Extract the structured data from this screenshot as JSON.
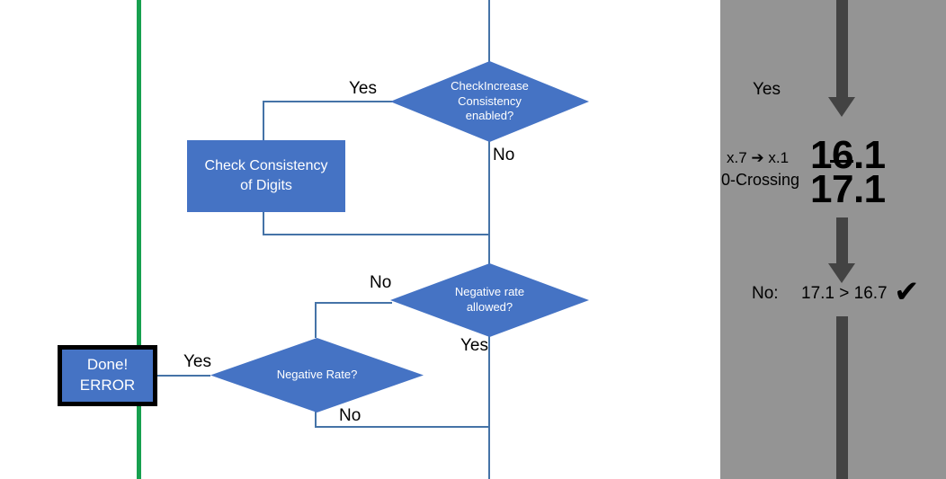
{
  "flowchart": {
    "decisions": [
      {
        "id": "check-increase-consistency",
        "label": "CheckIncrease\nConsistency\nenabled?",
        "line1": "CheckIncrease",
        "line2": "Consistency",
        "line3": "enabled?",
        "yes_label": "Yes",
        "no_label": "No"
      },
      {
        "id": "negative-rate-allowed",
        "label": "Negative rate\nallowed?",
        "line1": "Negative rate",
        "line2": "allowed?",
        "yes_label": "Yes",
        "no_label": "No"
      },
      {
        "id": "negative-rate",
        "label": "Negative Rate?",
        "line1": "Negative Rate?",
        "yes_label": "Yes",
        "no_label": "No"
      }
    ],
    "processes": [
      {
        "id": "check-consistency-of-digits",
        "line1": "Check Consistency",
        "line2": "of Digits"
      },
      {
        "id": "done-error",
        "line1": "Done!",
        "line2": "ERROR"
      }
    ],
    "colors": {
      "shape_fill": "#4573c4",
      "connector": "#4573a7",
      "divider": "#17a04f",
      "shape_text": "#ffffff",
      "outline": "#000000"
    }
  },
  "panel": {
    "background_color": "#949494",
    "arrow_color": "#434343",
    "yes_label": "Yes",
    "row_labels": {
      "line1": "x.7 ➔ x.1",
      "line2": "0-Crossing"
    },
    "values": {
      "struck": "16.1",
      "current": "17.1"
    },
    "comparison": {
      "prefix": "No:",
      "expression": "17.1 > 16.7",
      "mark": "✔"
    }
  }
}
